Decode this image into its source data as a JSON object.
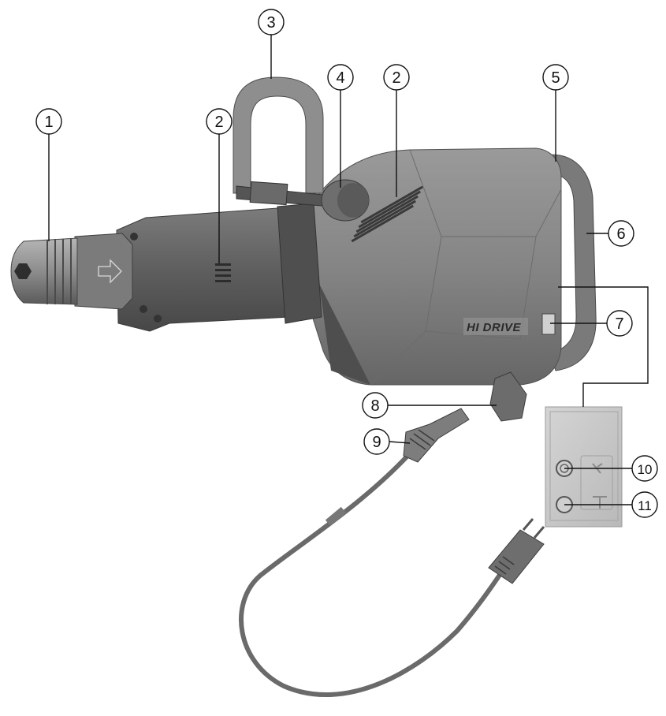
{
  "diagram": {
    "brand_logo": "HI DRIVE",
    "callouts": [
      {
        "id": "c1",
        "label": "1"
      },
      {
        "id": "c2a",
        "label": "2"
      },
      {
        "id": "c3",
        "label": "3"
      },
      {
        "id": "c4",
        "label": "4"
      },
      {
        "id": "c2b",
        "label": "2"
      },
      {
        "id": "c5",
        "label": "5"
      },
      {
        "id": "c6",
        "label": "6"
      },
      {
        "id": "c7",
        "label": "7"
      },
      {
        "id": "c8",
        "label": "8"
      },
      {
        "id": "c9",
        "label": "9"
      },
      {
        "id": "c10",
        "label": "10"
      },
      {
        "id": "c11",
        "label": "11"
      }
    ],
    "colors": {
      "body": "#8a8a8a",
      "body_dark": "#5e5e5e",
      "body_light": "#a9a9a9",
      "panel": "#c9c9c9",
      "line": "#111111"
    }
  }
}
